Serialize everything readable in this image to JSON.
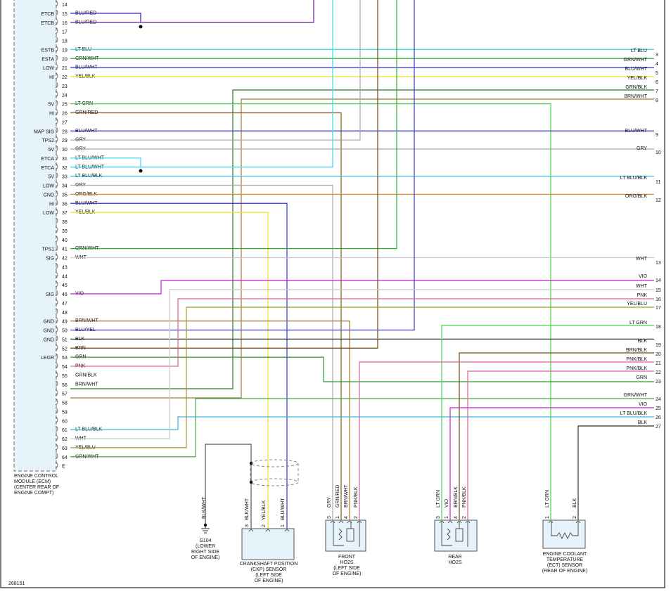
{
  "ecm": {
    "pins": [
      {
        "n": "14",
        "func": "",
        "color": "",
        "label": ""
      },
      {
        "n": "15",
        "func": "ETCB",
        "color": "#2b14c8",
        "label": "BLU/RED"
      },
      {
        "n": "16",
        "func": "ETCB",
        "color": "#6a1a9a",
        "label": "BLU/RED"
      },
      {
        "n": "17",
        "func": "",
        "color": "",
        "label": ""
      },
      {
        "n": "18",
        "func": "",
        "color": "",
        "label": ""
      },
      {
        "n": "19",
        "func": "ESTB",
        "color": "#38d8ee",
        "label": "LT BLU"
      },
      {
        "n": "20",
        "func": "ESTA",
        "color": "#2bb12b",
        "label": "GRN/WHT"
      },
      {
        "n": "21",
        "func": "LOW",
        "color": "#3030d0",
        "label": "BLU/WHT"
      },
      {
        "n": "22",
        "func": "HI",
        "color": "#f0e020",
        "label": "YEL/BLK"
      },
      {
        "n": "23",
        "func": "",
        "color": "",
        "label": ""
      },
      {
        "n": "24",
        "func": "",
        "color": "",
        "label": ""
      },
      {
        "n": "25",
        "func": "5V",
        "color": "#45d645",
        "label": "LT GRN"
      },
      {
        "n": "26",
        "func": "HI",
        "color": "#7a5a10",
        "label": "GRN/RED"
      },
      {
        "n": "27",
        "func": "",
        "color": "",
        "label": ""
      },
      {
        "n": "28",
        "func": "MAP SIG",
        "color": "#3030d0",
        "label": "BLU/WHT"
      },
      {
        "n": "29",
        "func": "TPS2",
        "color": "#a8a8a8",
        "label": "GRY"
      },
      {
        "n": "30",
        "func": "5V",
        "color": "#a8a8a8",
        "label": "GRY"
      },
      {
        "n": "31",
        "func": "ETCA",
        "color": "#38d8ee",
        "label": "LT BLU/WHT"
      },
      {
        "n": "32",
        "func": "ETCA",
        "color": "#38d8ee",
        "label": "LT BLU/WHT"
      },
      {
        "n": "33",
        "func": "5V",
        "color": "#38b8e0",
        "label": "LT BLU/BLK"
      },
      {
        "n": "34",
        "func": "LOW",
        "color": "#a8a8a8",
        "label": "GRY"
      },
      {
        "n": "35",
        "func": "GND",
        "color": "#e08a28",
        "label": "ORG/BLK"
      },
      {
        "n": "36",
        "func": "HI",
        "color": "#3030d0",
        "label": "BLU/WHT"
      },
      {
        "n": "37",
        "func": "LOW",
        "color": "#f0e020",
        "label": "YEL/BLK"
      },
      {
        "n": "38",
        "func": "",
        "color": "",
        "label": ""
      },
      {
        "n": "39",
        "func": "",
        "color": "",
        "label": ""
      },
      {
        "n": "40",
        "func": "",
        "color": "",
        "label": ""
      },
      {
        "n": "41",
        "func": "TPS1",
        "color": "#2bb12b",
        "label": "GRN/WHT"
      },
      {
        "n": "42",
        "func": "SIG",
        "color": "#c8c8c8",
        "label": "WHT"
      },
      {
        "n": "43",
        "func": "",
        "color": "",
        "label": ""
      },
      {
        "n": "44",
        "func": "",
        "color": "",
        "label": ""
      },
      {
        "n": "45",
        "func": "",
        "color": "",
        "label": ""
      },
      {
        "n": "46",
        "func": "SIG",
        "color": "#c020c8",
        "label": "VIO"
      },
      {
        "n": "47",
        "func": "",
        "color": "",
        "label": ""
      },
      {
        "n": "48",
        "func": "",
        "color": "",
        "label": ""
      },
      {
        "n": "49",
        "func": "GND",
        "color": "#a07838",
        "label": "BRN/WHT"
      },
      {
        "n": "50",
        "func": "GND",
        "color": "#3838c8",
        "label": "BLU/YEL"
      },
      {
        "n": "51",
        "func": "GND",
        "color": "#333333",
        "label": "BLK"
      },
      {
        "n": "52",
        "func": "",
        "color": "#6a4a10",
        "label": "BRN"
      },
      {
        "n": "53",
        "func": "LEGR",
        "color": "#2a9a2a",
        "label": "GRN"
      },
      {
        "n": "54",
        "func": "",
        "color": "#e060a0",
        "label": "PNK"
      },
      {
        "n": "55",
        "func": "",
        "color": "#6a7a2a",
        "label": "GRN/BLK"
      },
      {
        "n": "56",
        "func": "",
        "color": "#a07838",
        "label": "BRN/WHT"
      },
      {
        "n": "57",
        "func": "",
        "color": "",
        "label": ""
      },
      {
        "n": "58",
        "func": "",
        "color": "",
        "label": ""
      },
      {
        "n": "59",
        "func": "",
        "color": "",
        "label": ""
      },
      {
        "n": "60",
        "func": "",
        "color": "",
        "label": ""
      },
      {
        "n": "61",
        "func": "",
        "color": "#38b8e0",
        "label": "LT BLU/BLK"
      },
      {
        "n": "62",
        "func": "",
        "color": "#c8c8c8",
        "label": "WHT"
      },
      {
        "n": "63",
        "func": "",
        "color": "#e8d840",
        "label": "YEL/BLU"
      },
      {
        "n": "64",
        "func": "",
        "color": "#4aa84a",
        "label": "GRN/WHT"
      },
      {
        "n": "E",
        "func": "",
        "color": "",
        "label": ""
      }
    ],
    "label_lines": [
      "ENGINE CONTROL",
      "MODULE (ECM)",
      "(CENTER REAR OF",
      "ENGINE COMPT)"
    ]
  },
  "right_connectors": [
    {
      "n": "3",
      "label": "LT BLU",
      "color": "#38d8ee"
    },
    {
      "n": "4",
      "label": "GRN/WHT",
      "color": "#2bb12b"
    },
    {
      "n": "5",
      "label": "BLU/WHT",
      "color": "#3030d0"
    },
    {
      "n": "6",
      "label": "YEL/BLK",
      "color": "#f0e020"
    },
    {
      "n": "7",
      "label": "GRN/BLK",
      "color": "#2a7a2a"
    },
    {
      "n": "8",
      "label": "BRN/WHT",
      "color": "#a07838"
    },
    {
      "n": "9",
      "label": "BLU/WHT",
      "color": "#3030d0"
    },
    {
      "n": "10",
      "label": "GRY",
      "color": "#a8a8a8"
    },
    {
      "n": "11",
      "label": "LT BLU/BLK",
      "color": "#38b8e0"
    },
    {
      "n": "12",
      "label": "ORG/BLK",
      "color": "#e08a28"
    },
    {
      "n": "13",
      "label": "WHT",
      "color": "#c8c8c8"
    },
    {
      "n": "14",
      "label": "VIO",
      "color": "#c020c8"
    },
    {
      "n": "15",
      "label": "WHT",
      "color": "#c8c8c8"
    },
    {
      "n": "16",
      "label": "PNK",
      "color": "#e060a0"
    },
    {
      "n": "17",
      "label": "YEL/BLU",
      "color": "#a89830"
    },
    {
      "n": "18",
      "label": "LT GRN",
      "color": "#45d645"
    },
    {
      "n": "19",
      "label": "BLK",
      "color": "#333333"
    },
    {
      "n": "20",
      "label": "BRN/BLK",
      "color": "#6a4a10"
    },
    {
      "n": "21",
      "label": "PNK/BLK",
      "color": "#e060a0"
    },
    {
      "n": "22",
      "label": "PNK/BLK",
      "color": "#e060a0"
    },
    {
      "n": "23",
      "label": "GRN",
      "color": "#2a9a2a"
    },
    {
      "n": "24",
      "label": "GRN/WHT",
      "color": "#4aa84a"
    },
    {
      "n": "25",
      "label": "VIO",
      "color": "#c020c8"
    },
    {
      "n": "26",
      "label": "LT BLU/BLK",
      "color": "#38b8e0"
    },
    {
      "n": "27",
      "label": "BLK",
      "color": "#333333"
    }
  ],
  "components": {
    "g104": {
      "lines": [
        "G104",
        "(LOWER",
        "RIGHT SIDE",
        "OF ENGINE)"
      ],
      "wire": "BLK/WHT"
    },
    "ckp": {
      "lines": [
        "CRANKSHAFT POSITION",
        "(CKP) SENSOR",
        "(LEFT SIDE",
        "OF ENGINE)"
      ],
      "pins": [
        "3",
        "2",
        "1"
      ],
      "wires": [
        "BLK/WHT",
        "YEL/BLK",
        "BLU/WHT"
      ]
    },
    "front_ho2s": {
      "lines": [
        "FRONT",
        "HO2S",
        "(LEFT SIDE",
        "OF ENGINE)"
      ],
      "pins": [
        "3",
        "1",
        "4",
        "2"
      ],
      "wires": [
        "GRY",
        "GRN/RED",
        "BRN/WHT",
        "PNK/BLK"
      ]
    },
    "rear_ho2s": {
      "lines": [
        "REAR",
        "HO2S"
      ],
      "pins": [
        "3",
        "1",
        "4",
        "2"
      ],
      "wires": [
        "LT GRN",
        "VIO",
        "BRN/BLK",
        "PNK/BLK"
      ]
    },
    "ect": {
      "lines": [
        "ENGINE COOLANT",
        "TEMPERATURE",
        "(ECT) SENSOR",
        "(REAR OF ENGINE)"
      ],
      "pins": [
        "1",
        "2"
      ],
      "wires": [
        "LT GRN",
        "BLK"
      ]
    }
  },
  "figure_id": "268151"
}
